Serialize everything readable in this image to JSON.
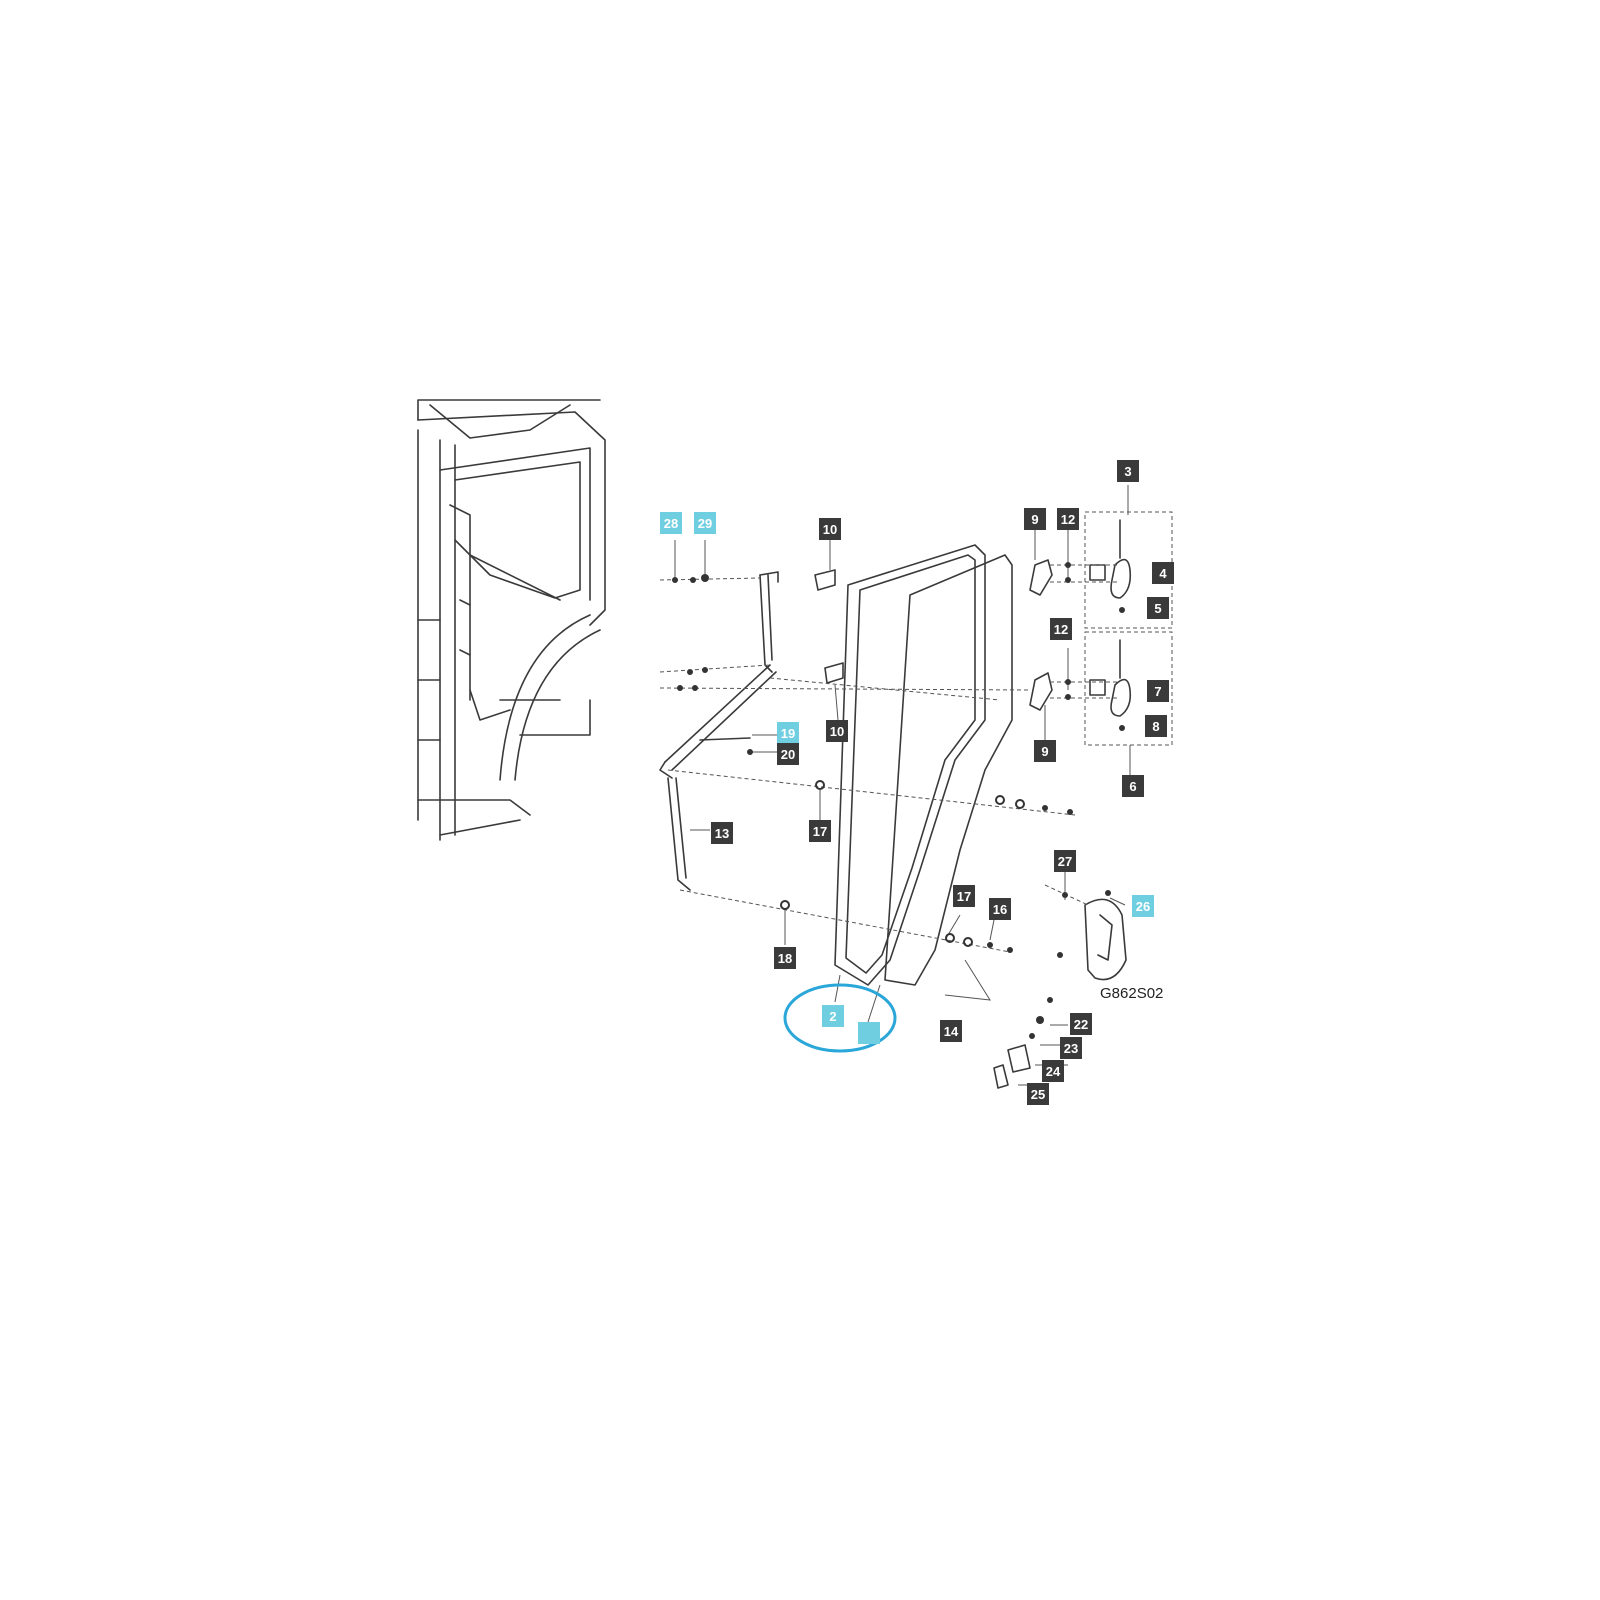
{
  "diagram": {
    "reference_code": "G862S02",
    "colors": {
      "line": "#3a3a3a",
      "dark_callout": "#3a3a3a",
      "highlight_callout": "#6fcfe0",
      "highlight_ring": "#2aa7d8"
    },
    "callouts": [
      {
        "id": "c28",
        "label": "28",
        "style": "cyan"
      },
      {
        "id": "c29",
        "label": "29",
        "style": "cyan"
      },
      {
        "id": "c10a",
        "label": "10",
        "style": "dark"
      },
      {
        "id": "c9a",
        "label": "9",
        "style": "dark"
      },
      {
        "id": "c12a",
        "label": "12",
        "style": "dark"
      },
      {
        "id": "c3",
        "label": "3",
        "style": "dark"
      },
      {
        "id": "c4",
        "label": "4",
        "style": "dark"
      },
      {
        "id": "c5",
        "label": "5",
        "style": "dark"
      },
      {
        "id": "c12b",
        "label": "12",
        "style": "dark"
      },
      {
        "id": "c7",
        "label": "7",
        "style": "dark"
      },
      {
        "id": "c8",
        "label": "8",
        "style": "dark"
      },
      {
        "id": "c9b",
        "label": "9",
        "style": "dark"
      },
      {
        "id": "c6",
        "label": "6",
        "style": "dark"
      },
      {
        "id": "c10b",
        "label": "10",
        "style": "dark"
      },
      {
        "id": "c19",
        "label": "19",
        "style": "cyan"
      },
      {
        "id": "c20",
        "label": "20",
        "style": "dark"
      },
      {
        "id": "c13",
        "label": "13",
        "style": "dark"
      },
      {
        "id": "c17a",
        "label": "17",
        "style": "dark"
      },
      {
        "id": "c27",
        "label": "27",
        "style": "dark"
      },
      {
        "id": "c26",
        "label": "26",
        "style": "cyan"
      },
      {
        "id": "c17b",
        "label": "17",
        "style": "dark"
      },
      {
        "id": "c16",
        "label": "16",
        "style": "dark"
      },
      {
        "id": "c18",
        "label": "18",
        "style": "dark"
      },
      {
        "id": "c2",
        "label": "2",
        "style": "cyan"
      },
      {
        "id": "c1",
        "label": "",
        "style": "cyan"
      },
      {
        "id": "c14",
        "label": "14",
        "style": "dark"
      },
      {
        "id": "c22",
        "label": "22",
        "style": "dark"
      },
      {
        "id": "c23",
        "label": "23",
        "style": "dark"
      },
      {
        "id": "c24",
        "label": "24",
        "style": "dark"
      },
      {
        "id": "c25",
        "label": "25",
        "style": "dark"
      }
    ]
  }
}
